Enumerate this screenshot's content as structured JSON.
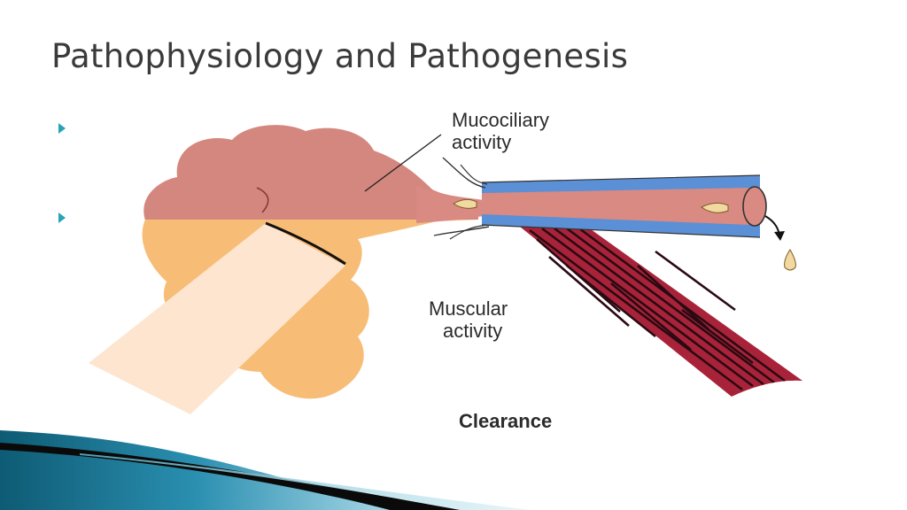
{
  "slide": {
    "title": "Pathophysiology and Pathogenesis",
    "bullets": [
      "",
      ""
    ]
  },
  "diagram": {
    "labels": {
      "mucociliary_line1": "Mucociliary",
      "mucociliary_line2": "activity",
      "muscular_line1": "Muscular",
      "muscular_line2": "activity",
      "caption": "Clearance"
    }
  },
  "colors": {
    "gland_pink": "#d4877f",
    "gland_orange": "#f7bd77",
    "duct_wall_blue": "#5b8fd6",
    "duct_lumen": "#d98a82",
    "muscle_red": "#a8233a",
    "muscle_stripe": "#2a0a12",
    "connective_tissue": "#fde5cf",
    "droplet": "#f2d9a0",
    "bullet_teal": "#2aa3b8",
    "title_gray": "#3a3a3a"
  }
}
